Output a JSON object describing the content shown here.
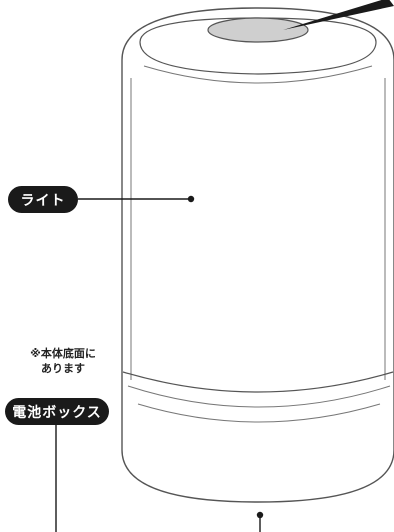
{
  "labels": {
    "light": "ライト",
    "battery_box": "電池ボックス",
    "note_line1": "※本体底面に",
    "note_line2": "あります"
  },
  "colors": {
    "line": "#1a1a1a",
    "outline": "#555555",
    "cap_fill": "#cfcfcf",
    "pill_bg": "#1a1a1a",
    "pill_text": "#ffffff"
  }
}
